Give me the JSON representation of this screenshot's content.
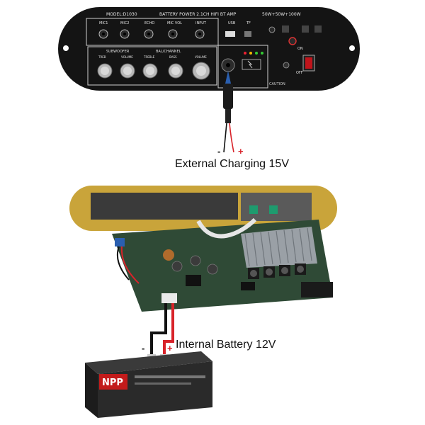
{
  "panel": {
    "model": "MODEL:D1030",
    "title": "BATTERY POWER 2.1CH HIFI BT AMP",
    "power": "50W+50W+100W",
    "top_labels": [
      "MIC1",
      "MIC2",
      "ECHO",
      "MIC VOL",
      "INPUT",
      "USB",
      "TF"
    ],
    "knob_group_left": "SUBWOOFER",
    "knob_group_mid": "BAL/CHANNEL",
    "knob_labels": [
      "TREB",
      "VOLUME",
      "TREBLE",
      "BASS",
      "VOLUME"
    ],
    "switch_labels": [
      "ON",
      "OFF"
    ],
    "caution": "CAUTION"
  },
  "battery": {
    "brand": "NPP"
  },
  "captions": {
    "external": "External Charging 15V",
    "internal": "Internal Battery 12V"
  },
  "polarity": {
    "minus": "-",
    "plus": "+"
  },
  "colors": {
    "panel": "#141414",
    "board_plate": "#c9a43a",
    "pcb": "#2f4a36",
    "wire_red": "#d8232a",
    "wire_black": "#111111",
    "battery": "#2a2a2a",
    "plug_blue": "#2a5fb0"
  }
}
